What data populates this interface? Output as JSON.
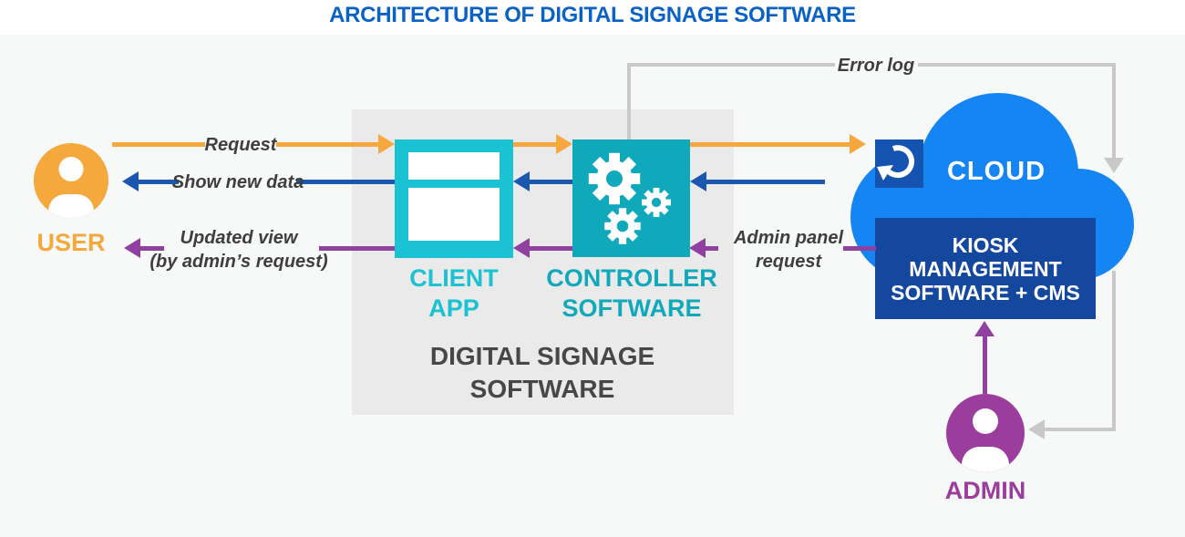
{
  "title": "ARCHITECTURE OF DIGITAL SIGNAGE SOFTWARE",
  "nodes": {
    "user": {
      "label": "USER"
    },
    "client_app": {
      "line1": "CLIENT",
      "line2": "APP"
    },
    "controller": {
      "line1": "CONTROLLER",
      "line2": "SOFTWARE"
    },
    "digital_signage": {
      "line1": "DIGITAL SIGNAGE",
      "line2": "SOFTWARE"
    },
    "cloud": {
      "label": "CLOUD"
    },
    "kiosk": {
      "line1": "KIOSK",
      "line2": "MANAGEMENT",
      "line3": "SOFTWARE + CMS"
    },
    "admin": {
      "label": "ADMIN"
    }
  },
  "edges": {
    "request": {
      "label": "Request",
      "color": "#F6A83E",
      "direction": "user-to-cloud"
    },
    "show_new_data": {
      "label": "Show new data",
      "color": "#1B57AE",
      "direction": "cloud-to-user"
    },
    "updated_view": {
      "line1": "Updated view",
      "line2": "(by admin’s request)",
      "color": "#9040A0",
      "direction": "cloud-to-user"
    },
    "admin_panel_request": {
      "line1": "Admin panel",
      "line2": "request",
      "color": "#9040A0",
      "direction": "kiosk-to-controller"
    },
    "error_log": {
      "label": "Error log",
      "color": "#C9C9C9",
      "direction": "controller-to-cloud"
    },
    "admin_to_kiosk": {
      "color": "#9040A0",
      "direction": "admin-to-kiosk"
    },
    "errorlog_to_admin": {
      "color": "#C9C9C9",
      "direction": "cloud-to-admin"
    }
  },
  "icons": {
    "user": "person-icon",
    "admin": "person-icon",
    "client_app": "app-window-icon",
    "controller": "gears-icon",
    "cloud_badge": "refresh-sync-icon"
  },
  "colors": {
    "title": "#0A62C6",
    "client_app": "#1BC2D3",
    "controller": "#10A9BC",
    "cloud": "#1585F4",
    "kiosk_box": "#14489E",
    "refresh_badge": "#1553B0",
    "user": "#F5A83C",
    "admin": "#9A3D9C",
    "label_text": "#3E3E3E",
    "panel_bg": "#F7F8F8",
    "software_box_bg": "#EAEAEA"
  }
}
